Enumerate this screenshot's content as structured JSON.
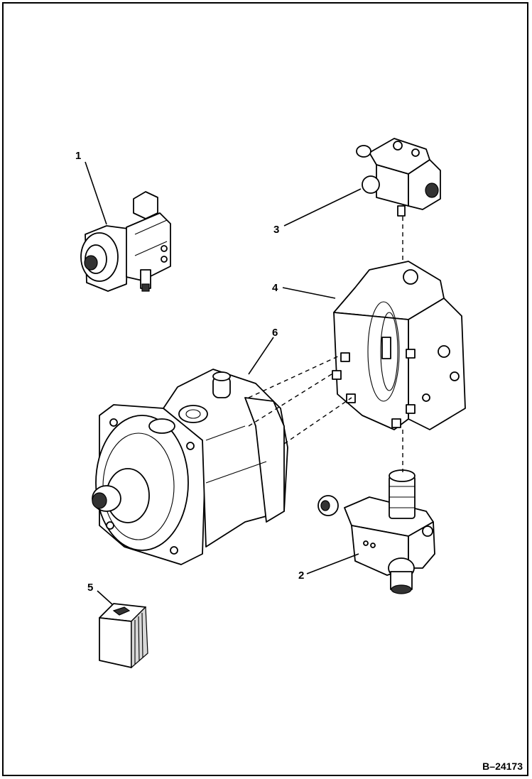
{
  "figure_id": "B–24173",
  "callouts": [
    {
      "id": "1",
      "label": "1"
    },
    {
      "id": "2",
      "label": "2"
    },
    {
      "id": "3",
      "label": "3"
    },
    {
      "id": "4",
      "label": "4"
    },
    {
      "id": "5",
      "label": "5"
    },
    {
      "id": "6",
      "label": "6"
    }
  ],
  "colors": {
    "line": "#000000",
    "background": "#ffffff"
  }
}
